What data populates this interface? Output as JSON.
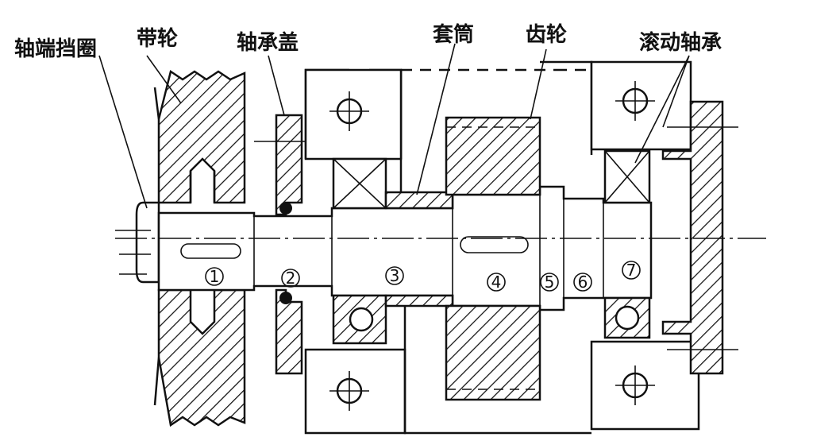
{
  "title": "轴上零件装配结构示意图",
  "labels": {
    "shaft_end_retainer": "轴端挡圈",
    "pulley": "带轮",
    "bearing_cap": "轴承盖",
    "sleeve": "套筒",
    "gear": "齿轮",
    "rolling_bearing": "滚动轴承"
  },
  "shaft_segments": [
    "1",
    "2",
    "3",
    "4",
    "5",
    "6",
    "7"
  ]
}
